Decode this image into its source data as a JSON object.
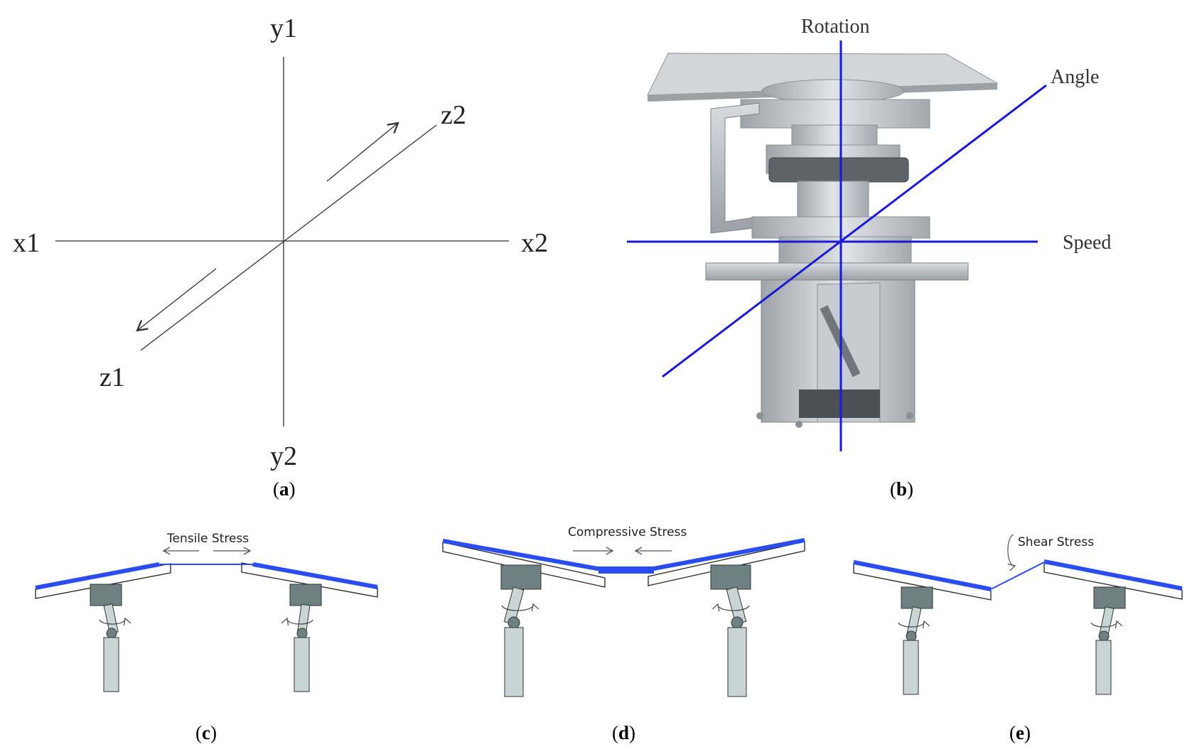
{
  "panel_a": {
    "labels": {
      "y1": "y1",
      "y2": "y2",
      "x1": "x1",
      "x2": "x2",
      "z1": "z1",
      "z2": "z2"
    }
  },
  "panel_b": {
    "labels": {
      "rotation": "Rotation",
      "angle": "Angle",
      "speed": "Speed"
    },
    "axis_color": "#1a1ad6"
  },
  "panel_c": {
    "stress": "Tensile Stress"
  },
  "panel_d": {
    "stress": "Compressive Stress"
  },
  "panel_e": {
    "stress": "Shear Stress"
  },
  "captions": {
    "a": "a",
    "b": "b",
    "c": "c",
    "d": "d",
    "e": "e"
  },
  "colors": {
    "sheet_blue": "#2a4df0",
    "arm_dark": "#6f8082",
    "arm_light": "#c9d4d4",
    "metal": "#bfc3c7"
  }
}
